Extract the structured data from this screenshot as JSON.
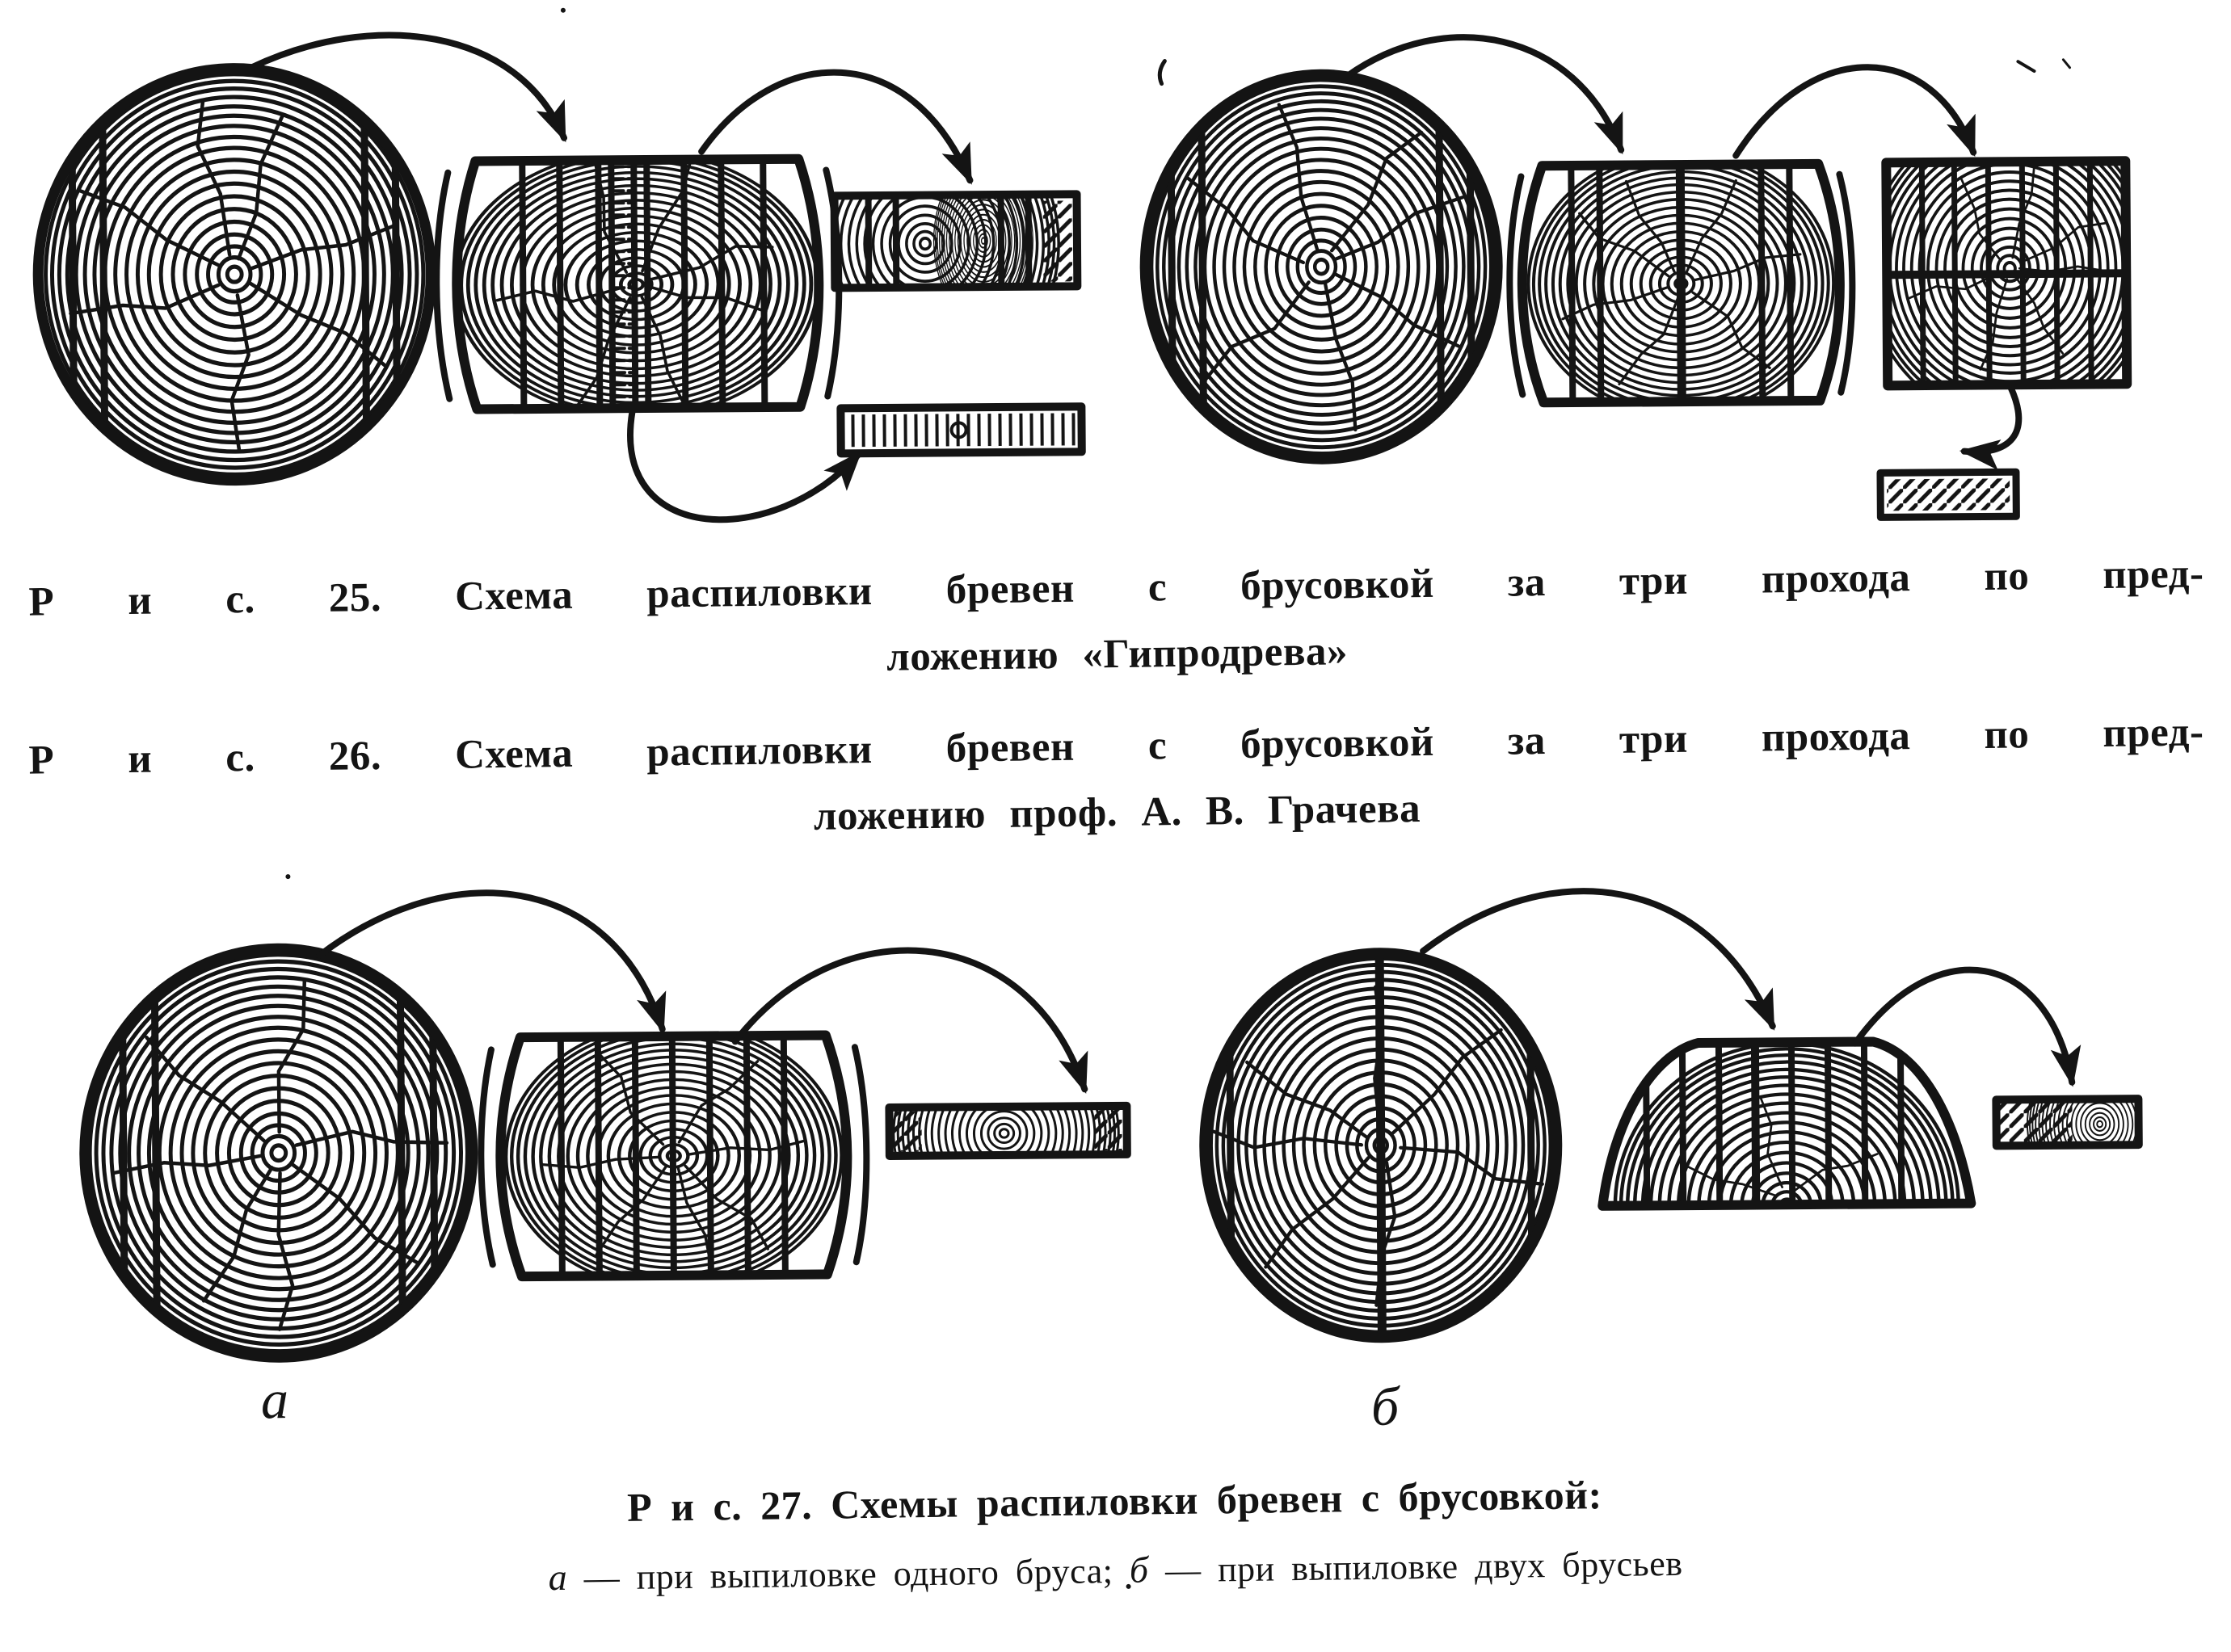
{
  "colors": {
    "ink": "#141414",
    "paper": "#ffffff"
  },
  "captions": {
    "fig25": {
      "line1": "Р и с. 25. Схема распиловки бревен с брусовкой за три прохода по пред-",
      "line2": "ложению «Гипродрева»"
    },
    "fig26": {
      "line1": "Р и с. 26. Схема распиловки бревен с брусовкой за три прохода по пред-",
      "line2": "ложению проф. А. В. Грачева"
    },
    "fig27": {
      "title": "Р и с. 27. Схемы распиловки бревен с брусовкой:",
      "legend_a_label": "а",
      "legend_a_text": " — при выпиловке одного бруса; ",
      "legend_b_label": "б",
      "legend_b_text": " — при выпиловке двух брусьев"
    }
  },
  "figure_labels": {
    "a": "а",
    "b": "б"
  }
}
